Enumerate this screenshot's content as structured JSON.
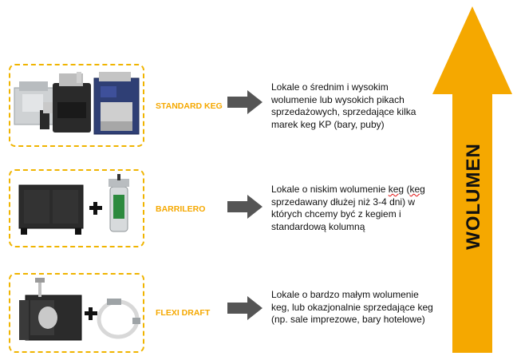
{
  "rows": [
    {
      "label": "STANDARD KEG",
      "description": "Lokale o średnim i wysokim wolumenie lub wysokich pikach sprzedażowych, sprzedające kilka marek keg KP (bary, puby)",
      "image": "keg-cooler-units"
    },
    {
      "label": "BARRILERO",
      "description_parts": [
        "Lokale o niskim wolumenie ",
        "keg",
        " (",
        "keg",
        " sprzedawany dłużej niż 3-4 dni) w których chcemy być z kegiem i standardową kolumną"
      ],
      "image": "back-bar-cooler-plus-tap-column"
    },
    {
      "label": "FLEXI DRAFT",
      "description": "Lokale o bardzo małym wolumenie keg, lub okazjonalnie sprzedające keg (np. sale imprezowe, bary hotelowe)",
      "image": "keg-cabinet-plus-tap-hose"
    }
  ],
  "volume_label": "WOLUMEN",
  "colors": {
    "accent": "#f5a800",
    "arrow_gray": "#555555",
    "dashed_border": "#f0b400"
  }
}
